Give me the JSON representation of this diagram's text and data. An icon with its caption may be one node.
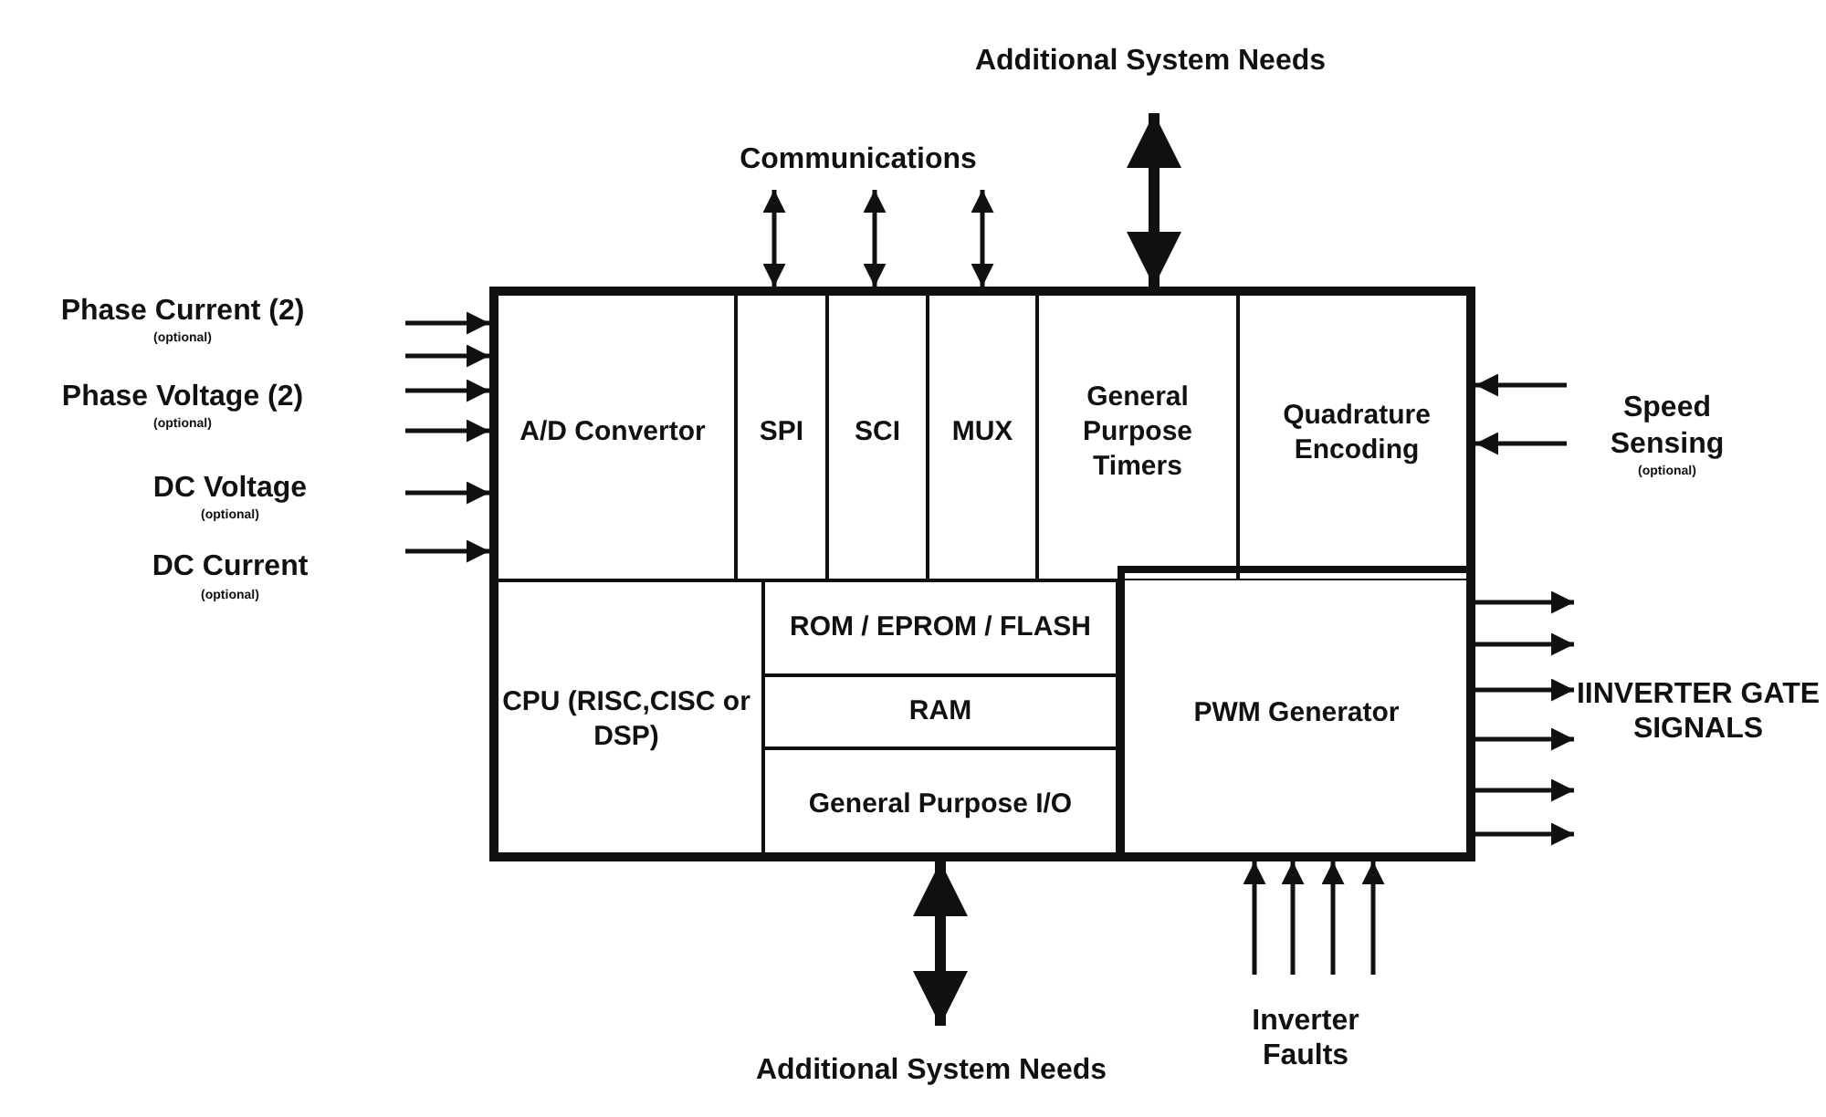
{
  "diagram": {
    "nodes": [
      {
        "text": [],
        "shape": "box"
      },
      {
        "text": [
          "A/D Convertor"
        ],
        "in": 0
      },
      {
        "text": [
          "SPI"
        ],
        "in": 0
      },
      {
        "text": [
          "SCI"
        ],
        "in": 0
      },
      {
        "text": [
          "MUX"
        ],
        "in": 0
      },
      {
        "text": [
          "General Purpose Timers"
        ],
        "in": 0
      },
      {
        "text": [
          "Quadrature Encoding"
        ],
        "in": 0
      },
      {
        "text": [
          "CPU (RISC,CISC or DSP)"
        ],
        "in": 0
      },
      {
        "text": [
          "ROM / EPROM / FLASH"
        ],
        "in": 0
      },
      {
        "text": [
          "RAM"
        ],
        "in": 0
      },
      {
        "text": [
          "General Purpose I/O"
        ],
        "in": 0
      },
      {
        "text": [
          "PWM Generator"
        ],
        "in": 0
      },
      {
        "text": [
          "Phase Current (2)",
          "(optional)"
        ]
      },
      {
        "text": [
          "Phase Voltage (2)",
          "(optional)"
        ]
      },
      {
        "text": [
          "DC Voltage",
          "(optional)"
        ]
      },
      {
        "text": [
          "DC Current",
          "(optional)"
        ]
      },
      {
        "text": [
          "Communications"
        ]
      },
      {
        "text": [
          "Additional System Needs"
        ]
      },
      {
        "text": [
          "Speed Sensing",
          "(optional)"
        ]
      },
      {
        "text": [
          "IINVERTER GATE SIGNALS"
        ]
      },
      {
        "text": [
          "Inverter Faults"
        ]
      },
      {
        "text": [
          "Additional System Needs"
        ]
      }
    ],
    "edges": [
      {
        "from": 12,
        "to": 1,
        "arrow": "to"
      },
      {
        "from": 12,
        "to": 1,
        "arrow": "to"
      },
      {
        "from": 13,
        "to": 1,
        "arrow": "to"
      },
      {
        "from": 13,
        "to": 1,
        "arrow": "to"
      },
      {
        "from": 14,
        "to": 1,
        "arrow": "to"
      },
      {
        "from": 15,
        "to": 1,
        "arrow": "to"
      },
      {
        "from": 16,
        "to": 2,
        "arrow": "both"
      },
      {
        "from": 16,
        "to": 3,
        "arrow": "both"
      },
      {
        "from": 16,
        "to": 4,
        "arrow": "both"
      },
      {
        "from": 17,
        "to": 5,
        "arrow": "both",
        "style": "thick"
      },
      {
        "from": 18,
        "to": 6,
        "arrow": "to"
      },
      {
        "from": 18,
        "to": 6,
        "arrow": "to"
      },
      {
        "from": 11,
        "to": 19,
        "arrow": "to"
      },
      {
        "from": 11,
        "to": 19,
        "arrow": "to"
      },
      {
        "from": 11,
        "to": 19,
        "arrow": "to"
      },
      {
        "from": 11,
        "to": 19,
        "arrow": "to"
      },
      {
        "from": 11,
        "to": 19,
        "arrow": "to"
      },
      {
        "from": 11,
        "to": 19,
        "arrow": "to"
      },
      {
        "from": 20,
        "to": 11,
        "arrow": "to"
      },
      {
        "from": 20,
        "to": 11,
        "arrow": "to"
      },
      {
        "from": 20,
        "to": 11,
        "arrow": "to"
      },
      {
        "from": 20,
        "to": 11,
        "arrow": "to"
      },
      {
        "from": 21,
        "to": 10,
        "arrow": "both",
        "style": "thick"
      }
    ]
  }
}
